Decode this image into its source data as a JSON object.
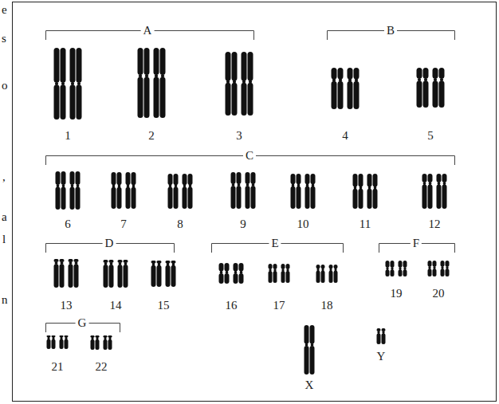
{
  "diagram": {
    "labels": [
      "A",
      "B",
      "1",
      "2",
      "3",
      "4",
      "5",
      "C",
      "6",
      "7",
      "8",
      "9",
      "10",
      "11",
      "12",
      "D",
      "E",
      "F",
      "13",
      "14",
      "15",
      "16",
      "17",
      "18",
      "19",
      "20",
      "G",
      "21",
      "22",
      "X",
      "Y",
      "e",
      "s",
      "o",
      ",",
      "a",
      "l",
      "n"
    ]
  }
}
